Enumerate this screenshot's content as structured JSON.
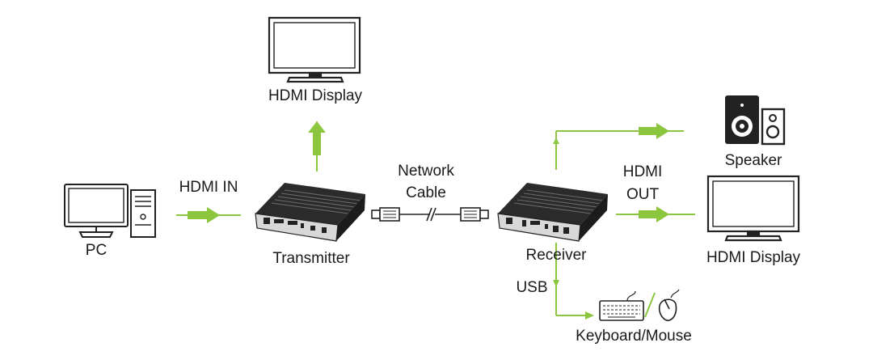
{
  "labels": {
    "pc": "PC",
    "hdmi_in": "HDMI IN",
    "transmitter": "Transmitter",
    "top_display": "HDMI Display",
    "network_line1": "Network",
    "network_line2": "Cable",
    "receiver": "Receiver",
    "hdmi_out_line1": "HDMI",
    "hdmi_out_line2": "OUT",
    "speaker": "Speaker",
    "right_display": "HDMI Display",
    "usb": "USB",
    "keyboard_mouse": "Keyboard/Mouse"
  },
  "colors": {
    "connector": "#8cc63f",
    "device": "#2b2b2b",
    "device_dark": "#1c1c1c",
    "device_light": "#6a6a6a"
  }
}
